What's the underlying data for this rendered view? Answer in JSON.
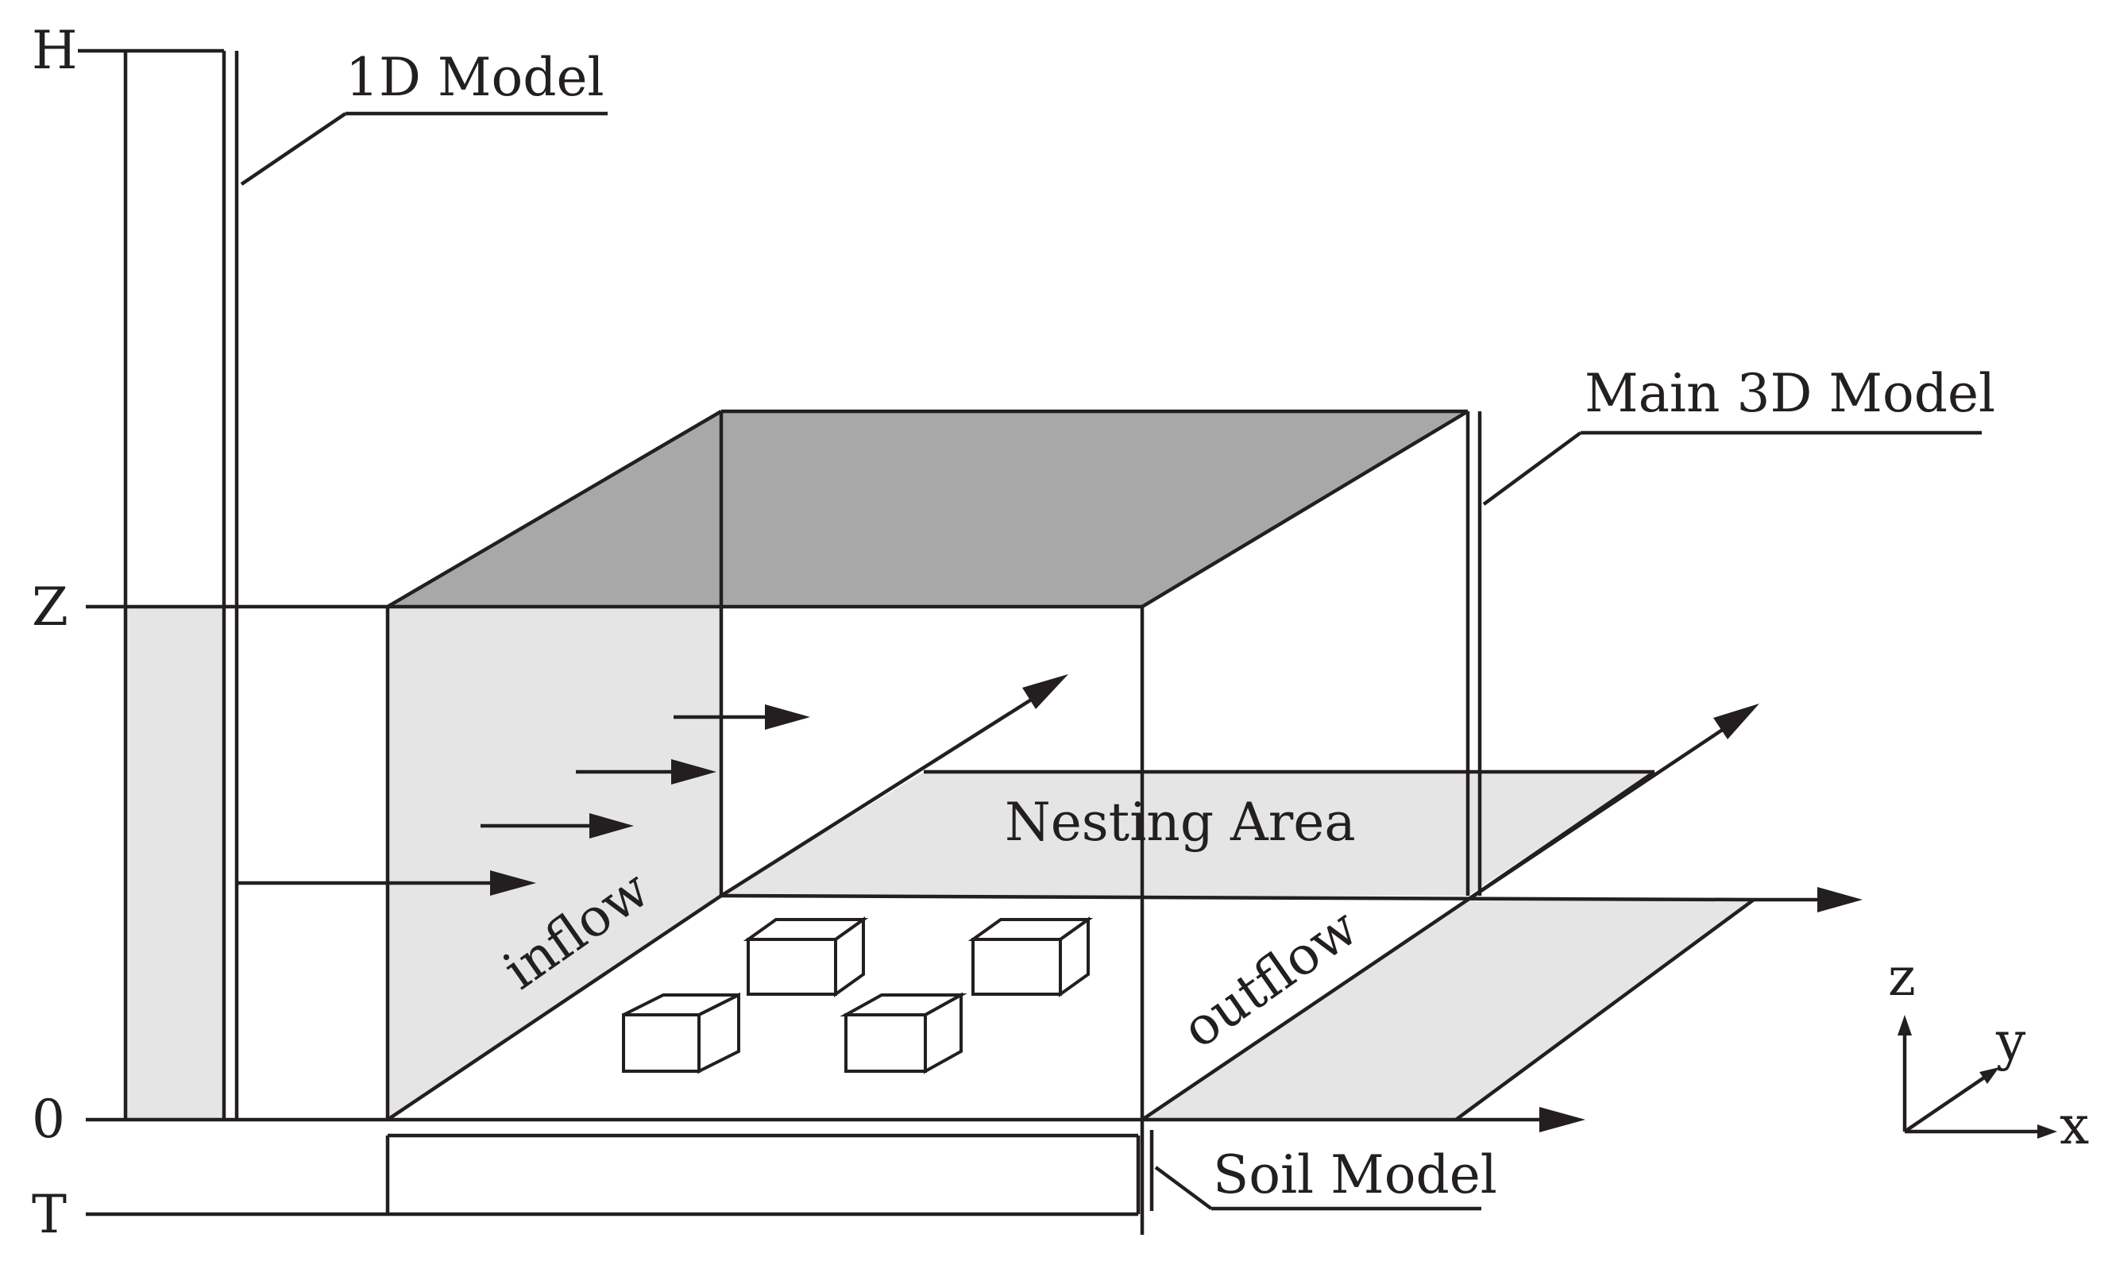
{
  "labels": {
    "model_1d": "1D Model",
    "main_3d": "Main 3D Model",
    "soil": "Soil Model",
    "nesting": "Nesting Area",
    "inflow": "inflow",
    "outflow": "outflow"
  },
  "height_ticks": {
    "top": "H",
    "domain_top": "Z",
    "ground": "0",
    "soil_bottom": "T"
  },
  "axes_legend": {
    "z": "z",
    "y": "y",
    "x": "x"
  },
  "colors": {
    "line": "#231f20",
    "top_face": "#a9a8a8",
    "light_fill": "#e5e5e5",
    "background": "#ffffff"
  }
}
